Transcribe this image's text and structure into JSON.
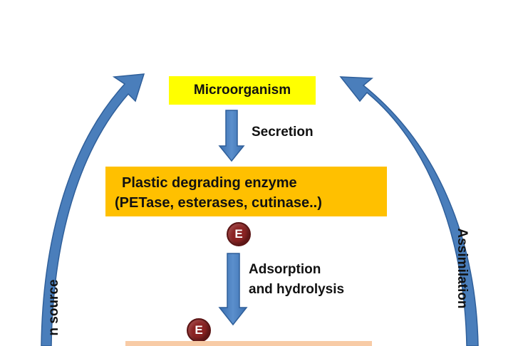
{
  "diagram": {
    "microorganism": "Microorganism",
    "secretion": "Secretion",
    "enzyme_line1": "Plastic degrading enzyme",
    "enzyme_line2": "(PETase, esterases, cutinase..)",
    "enzyme_symbol": "E",
    "adsorption_line1": "Adsorption",
    "adsorption_line2": "and hydrolysis",
    "assimilation": "Assimilation",
    "carbon_source": "n source"
  },
  "colors": {
    "microorganism_fill": "#ffff00",
    "enzyme_fill": "#ffc000",
    "substrate_fill": "#f8cba6",
    "arrow_blue": "#4a7ebb",
    "enzyme_circle": "#8b2323"
  }
}
